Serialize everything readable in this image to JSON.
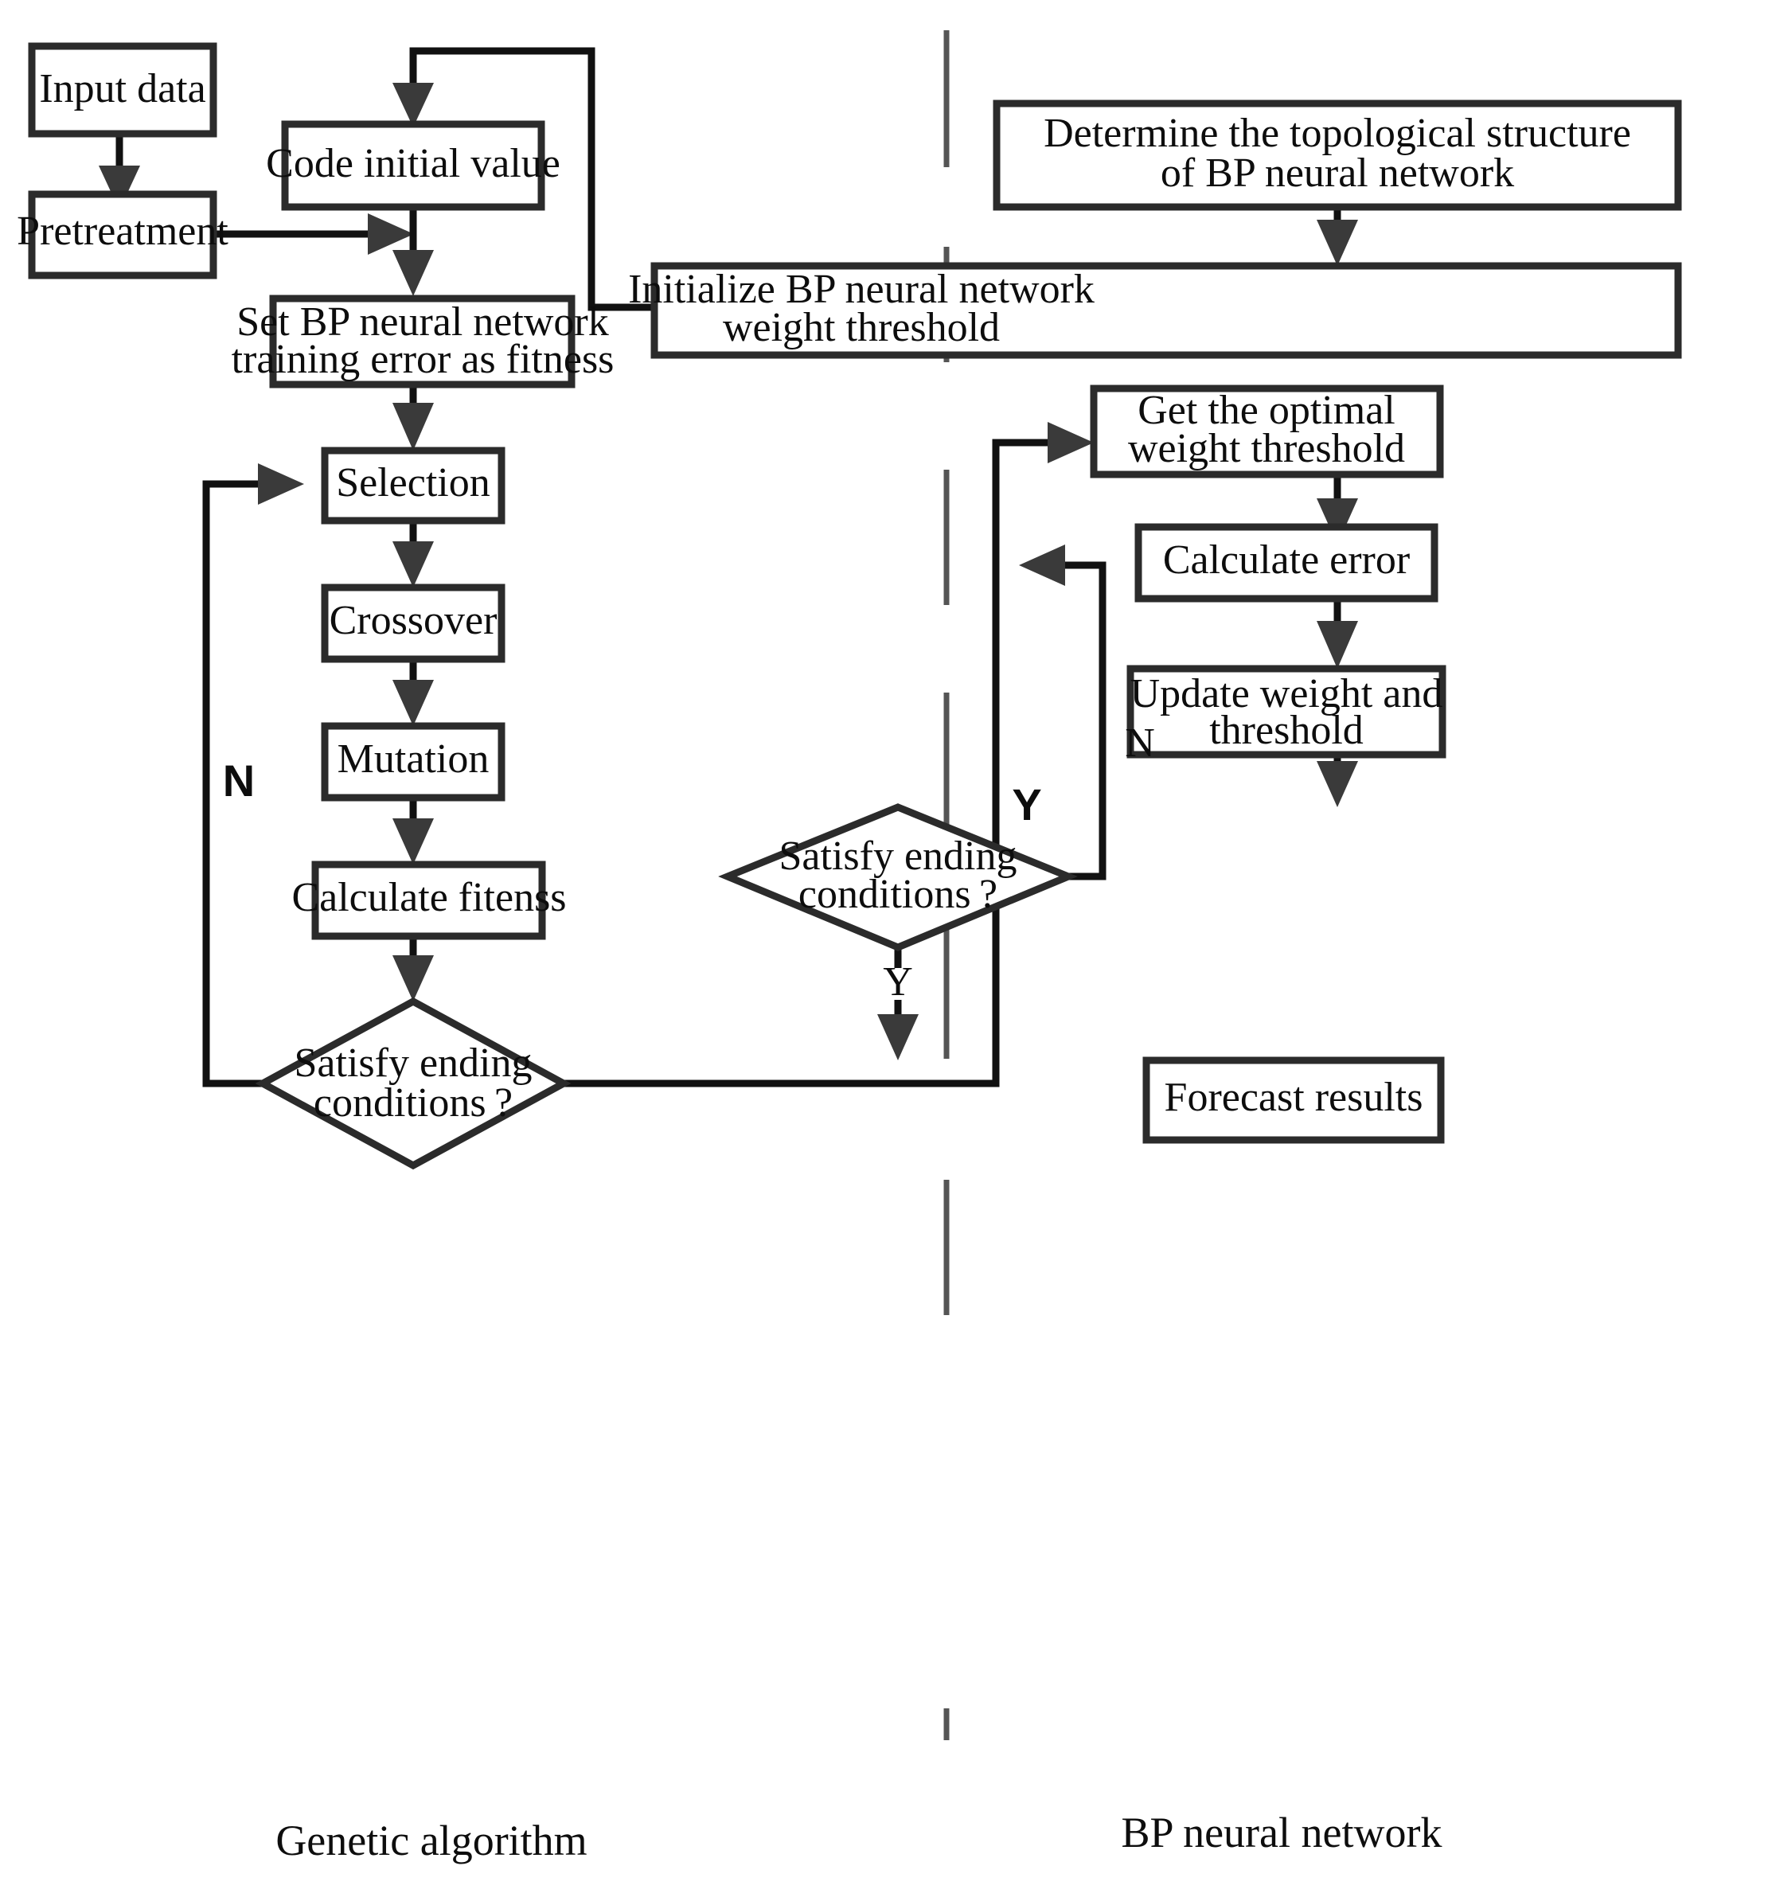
{
  "diagram": {
    "title_present": false,
    "section_labels": [
      {
        "id": "left-section",
        "text": "Genetic algorithm"
      },
      {
        "id": "right-section",
        "text": "BP neural network"
      }
    ],
    "nodes": [
      {
        "id": "input-data",
        "shape": "rect",
        "lines": [
          "Input data"
        ]
      },
      {
        "id": "pretreatment",
        "shape": "rect",
        "lines": [
          "Pretreatment"
        ]
      },
      {
        "id": "code-initial",
        "shape": "rect",
        "lines": [
          "Code initial value"
        ]
      },
      {
        "id": "set-bp-fitness",
        "shape": "rect",
        "lines": [
          "Set BP neural network",
          "training error as fitness"
        ]
      },
      {
        "id": "selection",
        "shape": "rect",
        "lines": [
          "Selection"
        ]
      },
      {
        "id": "crossover",
        "shape": "rect",
        "lines": [
          "Crossover"
        ]
      },
      {
        "id": "mutation",
        "shape": "rect",
        "lines": [
          "Mutation"
        ]
      },
      {
        "id": "calculate-fitness",
        "shape": "rect",
        "lines": [
          "Calculate fitenss"
        ]
      },
      {
        "id": "ga-decision",
        "shape": "diamond",
        "lines": [
          "Satisfy ending",
          "conditions ?"
        ]
      },
      {
        "id": "determine-topology",
        "shape": "rect",
        "lines": [
          "Determine the topological structure",
          "of BP neural network"
        ]
      },
      {
        "id": "init-bp-weights",
        "shape": "rect",
        "lines": [
          "Initialize BP neural network",
          "weight threshold"
        ]
      },
      {
        "id": "get-optimal",
        "shape": "rect",
        "lines": [
          "Get the optimal",
          "weight threshold"
        ]
      },
      {
        "id": "calculate-error",
        "shape": "rect",
        "lines": [
          "Calculate error"
        ]
      },
      {
        "id": "update-weight",
        "shape": "rect",
        "lines": [
          "Update weight and",
          "threshold"
        ]
      },
      {
        "id": "bp-decision",
        "shape": "diamond",
        "lines": [
          "Satisfy ending",
          "conditions ?"
        ]
      },
      {
        "id": "forecast-results",
        "shape": "rect",
        "lines": [
          "Forecast results"
        ]
      }
    ],
    "branch_labels": [
      {
        "id": "ga-no",
        "text": "N",
        "style": "bold-sans"
      },
      {
        "id": "ga-yes",
        "text": "Y",
        "style": "bold-sans"
      },
      {
        "id": "bp-no",
        "text": "N",
        "style": "serif"
      },
      {
        "id": "bp-yes",
        "text": "Y",
        "style": "serif"
      }
    ],
    "colors": {
      "box_stroke": "#2b2b2b",
      "edge": "#111111",
      "arrowhead": "#3a3a3a",
      "divider": "#555555",
      "background": "#ffffff",
      "text": "#0d0d0d"
    }
  }
}
